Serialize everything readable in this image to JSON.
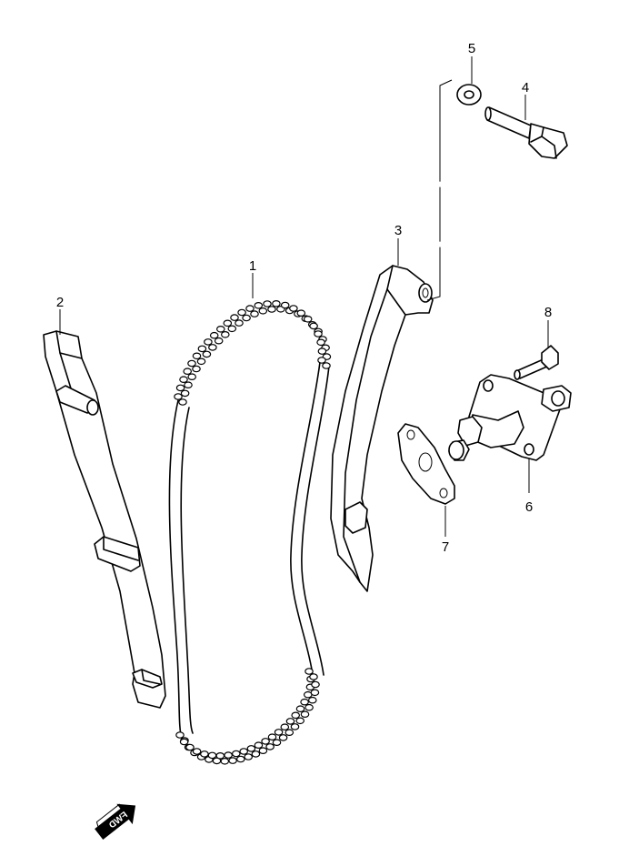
{
  "callouts": [
    {
      "id": "1",
      "text": "1"
    },
    {
      "id": "2",
      "text": "2"
    },
    {
      "id": "3",
      "text": "3"
    },
    {
      "id": "4",
      "text": "4"
    },
    {
      "id": "5",
      "text": "5"
    },
    {
      "id": "6",
      "text": "6"
    },
    {
      "id": "7",
      "text": "7"
    },
    {
      "id": "8",
      "text": "8"
    }
  ],
  "direction_arrow": {
    "text": "FWD"
  },
  "colors": {
    "line": "#000000",
    "background": "#ffffff"
  }
}
